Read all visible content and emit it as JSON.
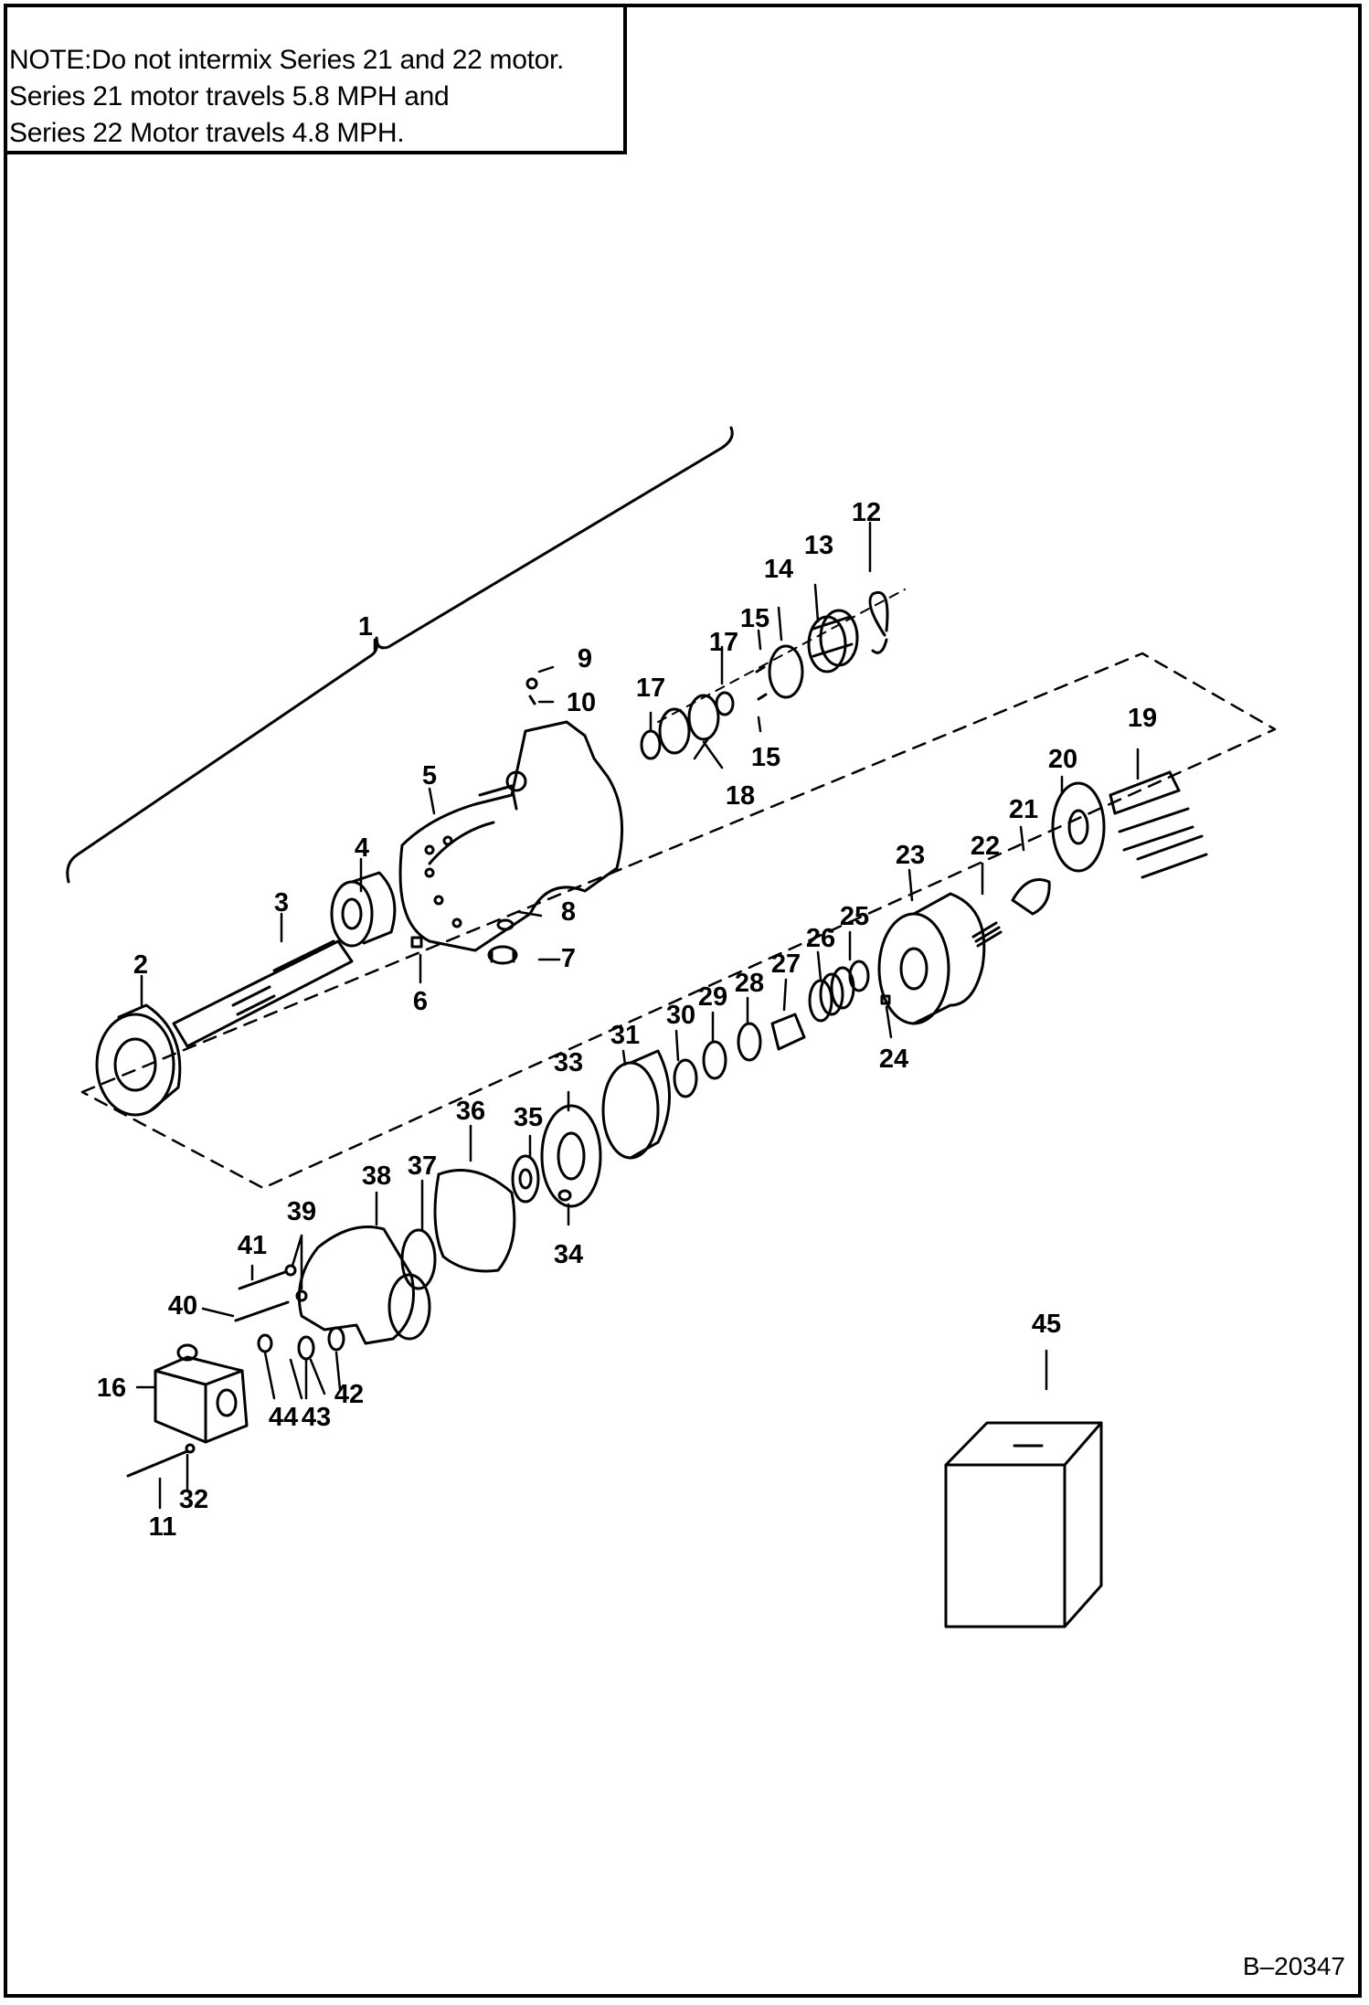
{
  "note": {
    "lines": [
      "NOTE:Do not intermix Series 21 and 22 motor.",
      "Series 21 motor travels 5.8 MPH and",
      "Series 22 Motor travels 4.8 MPH."
    ]
  },
  "callouts": [
    "1",
    "2",
    "3",
    "4",
    "5",
    "6",
    "7",
    "8",
    "9",
    "10",
    "11",
    "12",
    "13",
    "14",
    "15",
    "15",
    "16",
    "17",
    "17",
    "18",
    "19",
    "20",
    "21",
    "22",
    "23",
    "24",
    "25",
    "26",
    "27",
    "28",
    "29",
    "30",
    "31",
    "32",
    "33",
    "34",
    "35",
    "36",
    "37",
    "38",
    "39",
    "40",
    "41",
    "42",
    "43",
    "44",
    "45"
  ],
  "drawing_ref": "B–20347"
}
